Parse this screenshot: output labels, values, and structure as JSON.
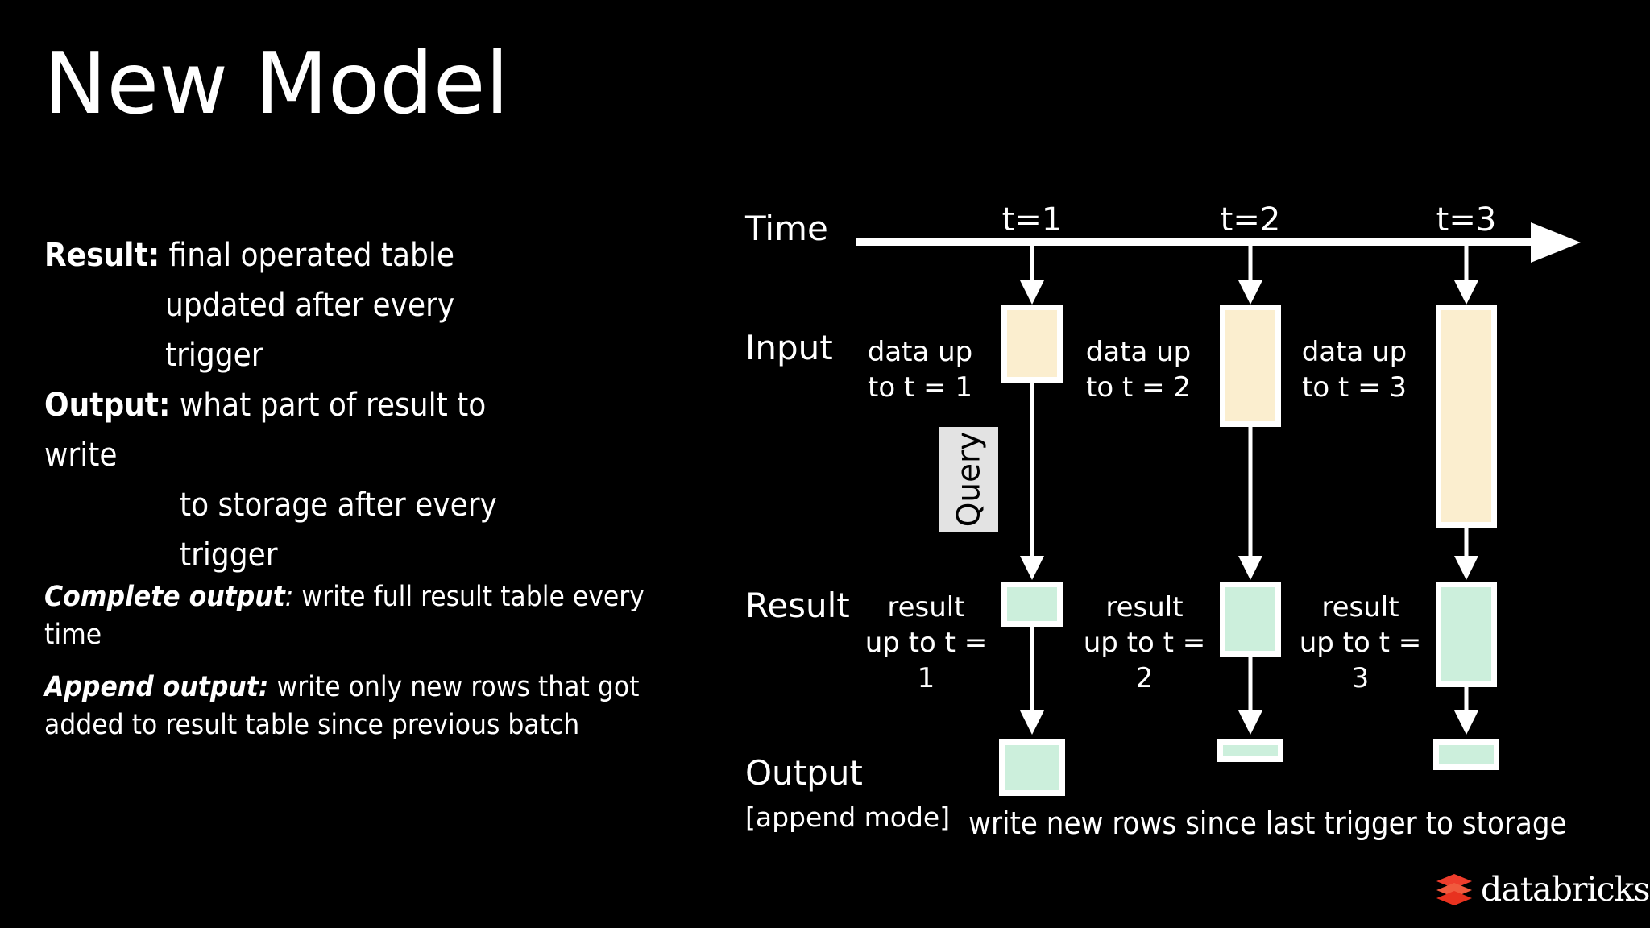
{
  "slide": {
    "title": "New Model",
    "background_color": "#000000",
    "text_color": "#ffffff"
  },
  "bullets": [
    {
      "lead": "Result:",
      "lead_style": "bold",
      "line1": " final operated table",
      "line2": "updated after every trigger"
    },
    {
      "lead": "Output:",
      "lead_style": "bold",
      "line1": " what part of result to write",
      "line2": "to storage after every trigger"
    }
  ],
  "modes": [
    {
      "lead": "Complete output",
      "lead_style": "bold-italic",
      "colon": ":",
      "body": " write full result table every time"
    },
    {
      "lead": "Append output:",
      "lead_style": "bold-italic",
      "colon": "",
      "body": " write only new rows that got added to result table since previous batch"
    }
  ],
  "diagram": {
    "row_labels": {
      "time": "Time",
      "input": "Input",
      "result": "Result",
      "output": "Output",
      "output_sub": "[append mode]"
    },
    "ticks": [
      "t=1",
      "t=2",
      "t=3"
    ],
    "query_label": "Query",
    "bottom_caption": "write new rows since last trigger to storage",
    "colors": {
      "input_box": "#fbeecf",
      "result_box": "#ccefdc",
      "output_box": "#ccefdc",
      "box_border": "#ffffff",
      "query_badge": "#e3e3e3",
      "axis": "#ffffff"
    },
    "columns": [
      {
        "tick": "t=1",
        "input_caption": "data up\nto t = 1",
        "result_caption": "result\nup to t =\n1"
      },
      {
        "tick": "t=2",
        "input_caption": "data up\nto t = 2",
        "result_caption": "result\nup to t =\n2"
      },
      {
        "tick": "t=3",
        "input_caption": "data up\nto t = 3",
        "result_caption": "result\nup to t =\n3"
      }
    ]
  },
  "brand": {
    "name": "databricks",
    "logo_color": "#ee3d2c"
  }
}
